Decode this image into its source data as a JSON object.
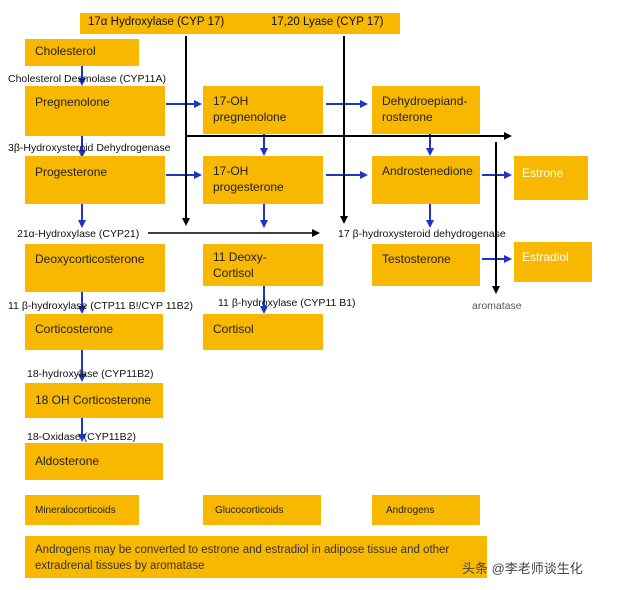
{
  "header": {
    "enzyme1": "17α Hydroxylase (CYP 17)",
    "enzyme2": "17,20 Lyase (CYP 17)"
  },
  "boxes": {
    "cholesterol": "Cholesterol",
    "pregnenolone": "Pregnenolone",
    "oh17_preg_1": "17-OH",
    "oh17_preg_2": "pregnenolone",
    "dhea_1": "Dehydroepiand-",
    "dhea_2": "rosterone",
    "progesterone": "Progesterone",
    "oh17_prog_1": "17-OH",
    "oh17_prog_2": "progesterone",
    "androstenedione": "Androstenedione",
    "estrone": "Estrone",
    "deoxycorticosterone": "Deoxycorticosterone",
    "deoxycortisol_1": "11 Deoxy-",
    "deoxycortisol_2": "Cortisol",
    "testosterone": "Testosterone",
    "estradiol": "Estradiol",
    "corticosterone": "Corticosterone",
    "cortisol": "Cortisol",
    "oh18_corticosterone": "18 OH Corticosterone",
    "aldosterone": "Aldosterone"
  },
  "labels": {
    "desmolase": "Cholesterol Desmolase (CYP11A)",
    "hsd3b": "3β-Hydroxysteroid Dehydrogenase",
    "hydroxylase21": "21α-Hydroxylase (CYP21)",
    "hsd17b": "17 β-hydroxysteroid dehydrogenase",
    "hydroxylase11_cmo": "11 β-hydroxylase (CTP11 B!/CYP 11B2)",
    "hydroxylase11_b1": "11 β-hydroxylase (CYP11 B1)",
    "hydroxylase18": "18-hydroxylase (CYP11B2)",
    "oxidase18": "18-Oxidase (CYP11B2)",
    "aromatase": "aromatase"
  },
  "categories": {
    "mineralocorticoids": "Mineralocorticoids",
    "glucocorticoids": "Glucocorticoids",
    "androgens": "Androgens"
  },
  "note": "Androgens may be converted to estrone and estradiol in adipose tissue and other extradrenal tissues by aromatase",
  "watermark": "头条 @李老师谈生化",
  "colors": {
    "box": "#f8b800",
    "arrow_blue": "#1c34c8",
    "arrow_black": "#000000"
  }
}
